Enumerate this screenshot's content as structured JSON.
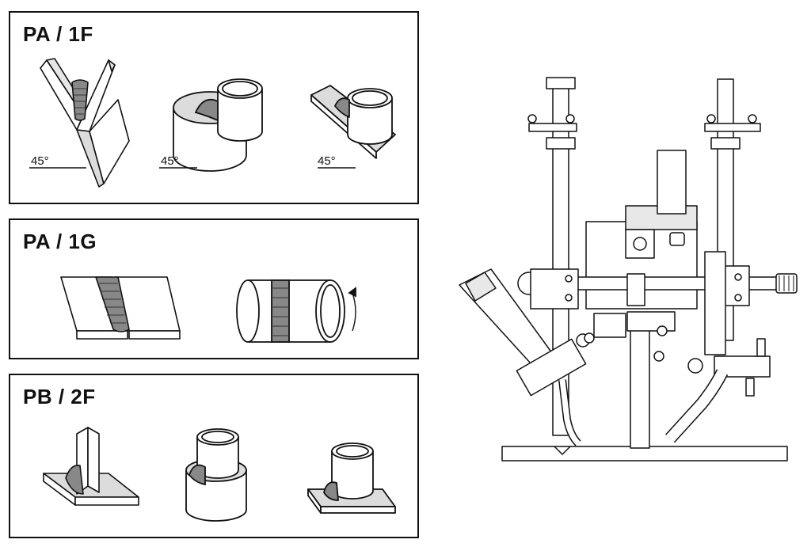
{
  "panels": [
    {
      "title": "PA / 1F",
      "angle_labels": [
        "45°",
        "45°",
        "45°"
      ]
    },
    {
      "title": "PA / 1G"
    },
    {
      "title": "PB / 2F"
    }
  ],
  "colors": {
    "line": "#111111",
    "weld_bead": "#888888",
    "surface_shade": "#dcdcdc",
    "background": "#ffffff"
  },
  "icons": [
    "fillet-weld-v-joint",
    "pipe-on-pipe-weld",
    "pipe-on-plate-weld",
    "butt-weld-plates",
    "rotating-pipe-weld",
    "t-joint-weld",
    "orbital-welding-carriage"
  ]
}
